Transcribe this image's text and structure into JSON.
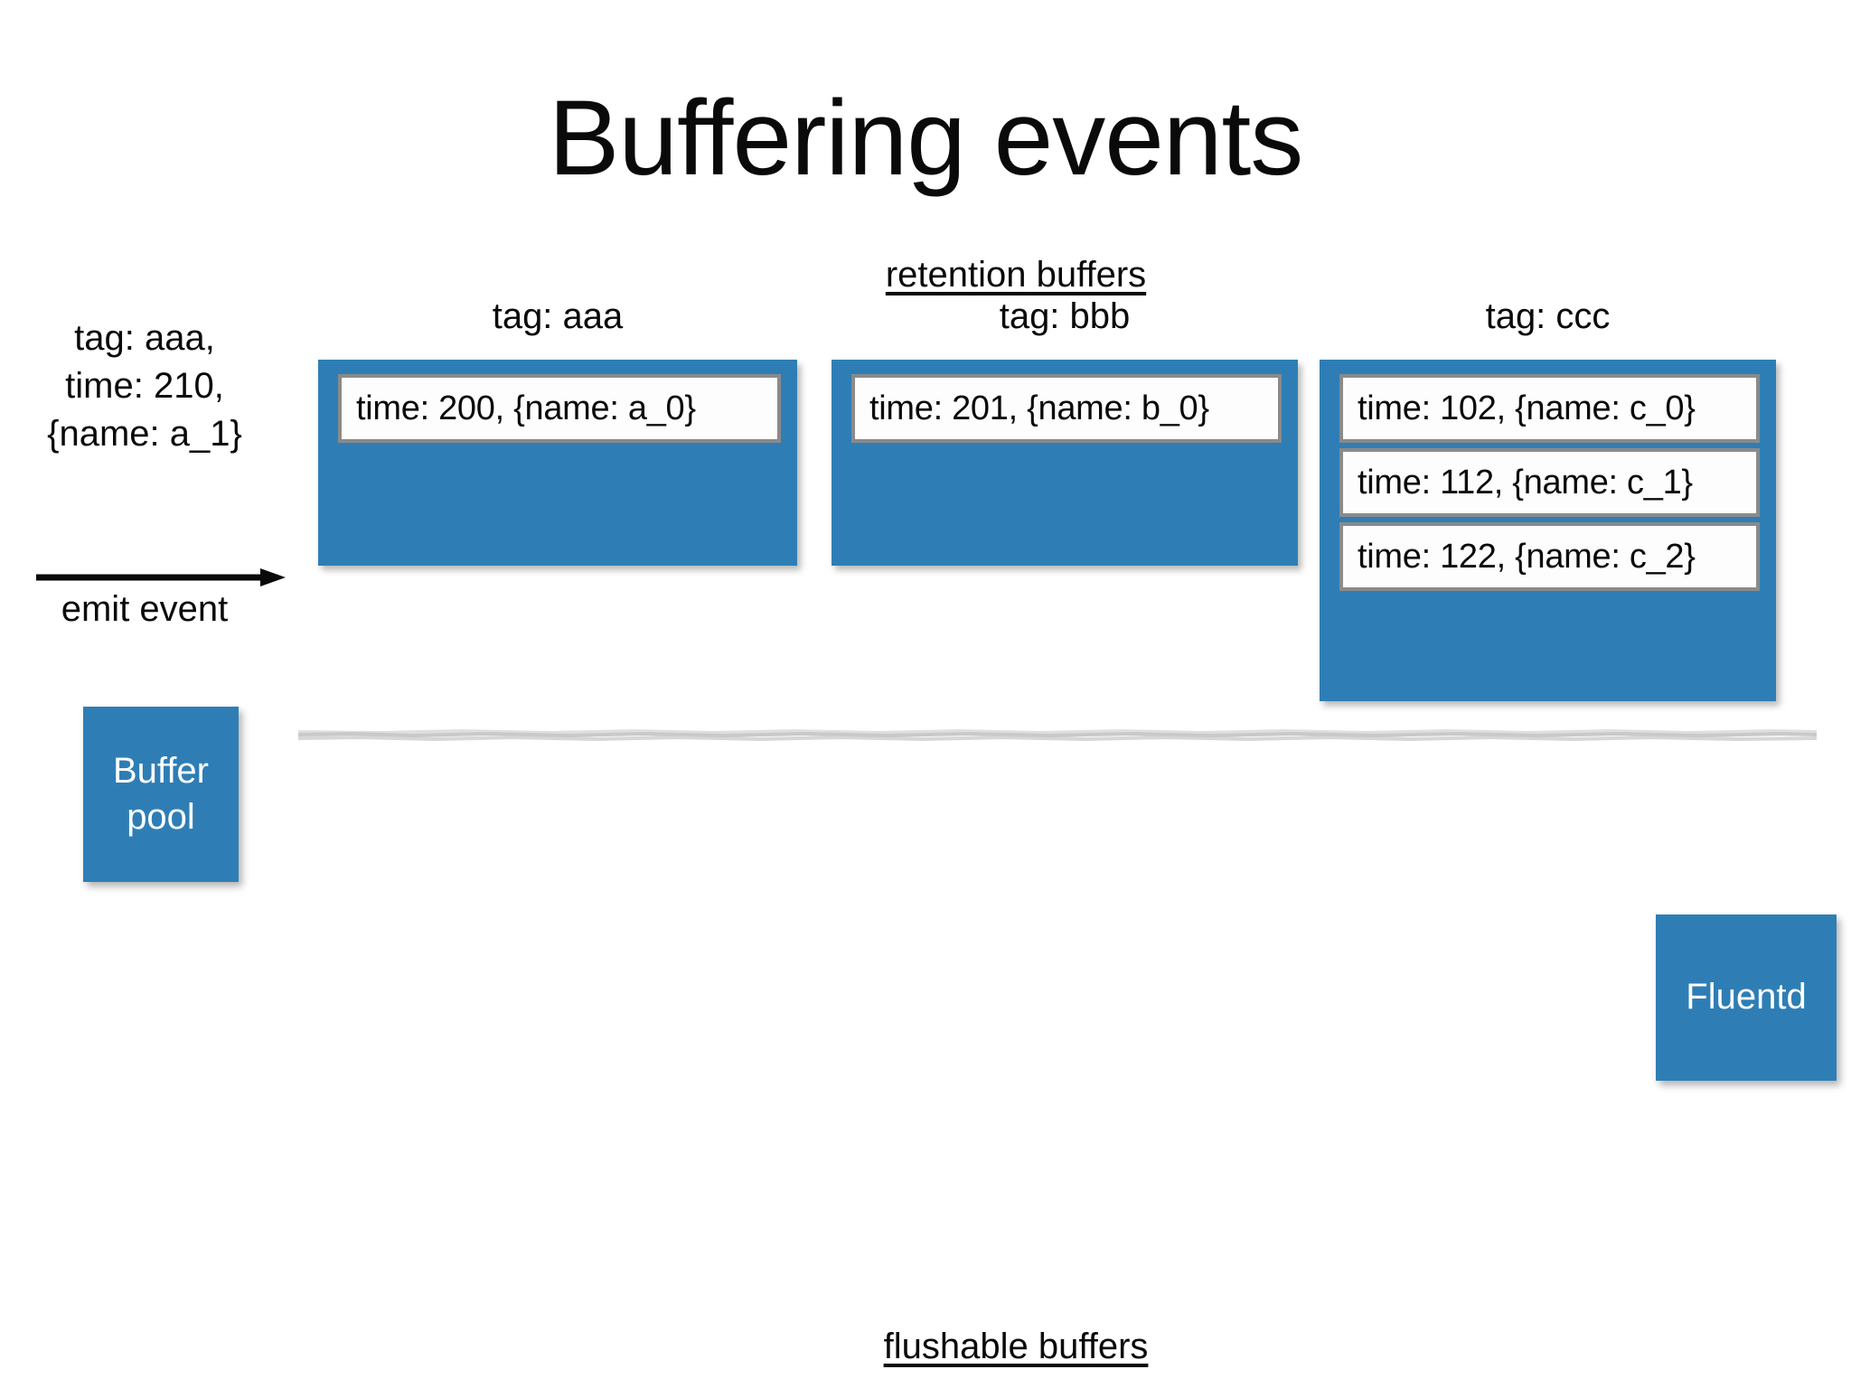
{
  "slide": {
    "title": "Buffering events",
    "background_color": "#ffffff",
    "accent_color": "#2E7EB5",
    "text_color": "#0a0a0a"
  },
  "captions": {
    "retention": "retention buffers",
    "flushable": "flushable buffers"
  },
  "emit_source": {
    "lines": [
      "tag: aaa,",
      "time: 210,",
      "{name: a_1}"
    ],
    "arrow_label": "emit event",
    "arrow_icon": "right-arrow-icon"
  },
  "retention_buffers": [
    {
      "label": "tag: aaa",
      "events": [
        "time: 200, {name: a_0}"
      ]
    },
    {
      "label": "tag: bbb",
      "events": [
        "time: 201, {name: b_0}"
      ]
    },
    {
      "label": "tag: ccc",
      "events": [
        "time: 102, {name: c_0}",
        "time: 112, {name: c_1}",
        "time: 122, {name: c_2}"
      ]
    }
  ],
  "nodes": {
    "buffer_pool": "Buffer\npool",
    "buffer_pool_line1": "Buffer",
    "buffer_pool_line2": "pool",
    "fluentd": "Fluentd"
  },
  "divider": {
    "icon": "horizontal-sketch-divider-icon",
    "color": "#c9c9c9"
  }
}
